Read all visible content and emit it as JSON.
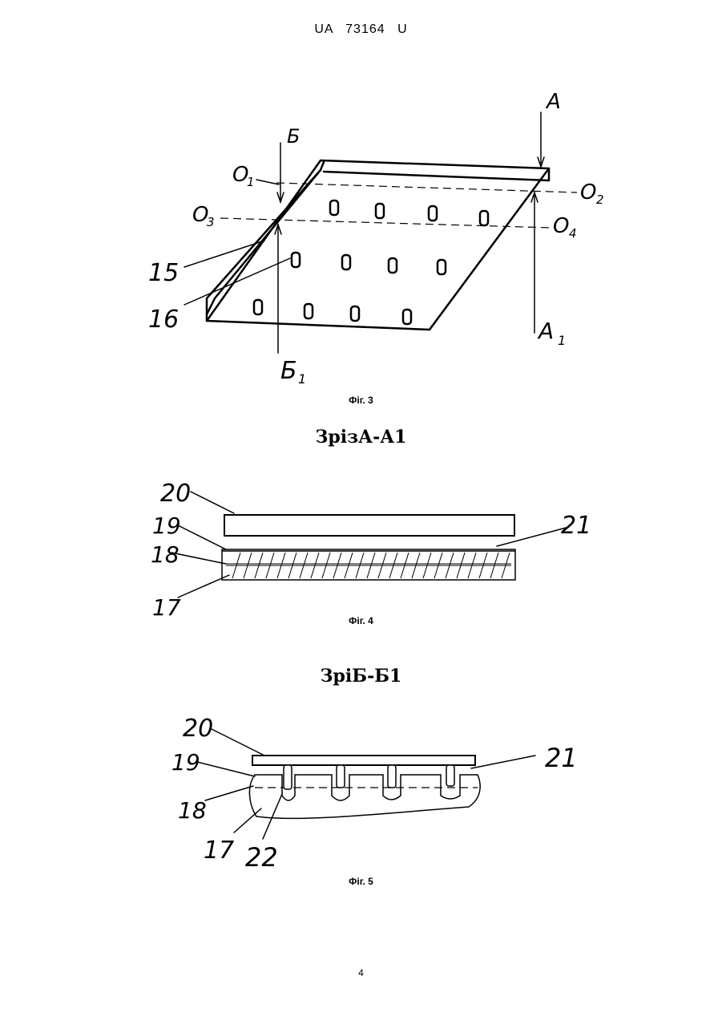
{
  "header": {
    "doc_id": "UA   73164   U"
  },
  "fig3": {
    "caption": "Фіг. 3",
    "labels": {
      "A": "A",
      "A1": "A",
      "A1_sub": "1",
      "B": "Б",
      "B1": "Б",
      "B1_sub": "1",
      "O1": "O",
      "O1_sub": "1",
      "O2": "O",
      "O2_sub": "2",
      "O3": "O",
      "O3_sub": "3",
      "O4": "O",
      "O4_sub": "4",
      "n15": "15",
      "n16": "16"
    }
  },
  "fig4": {
    "title": "ЗрізА-А1",
    "caption": "Фіг. 4",
    "labels": {
      "n17": "17",
      "n18": "18",
      "n19": "19",
      "n20": "20",
      "n21": "21"
    }
  },
  "fig5": {
    "title": "ЗріБ-Б1",
    "caption": "Фіг. 5",
    "labels": {
      "n17": "17",
      "n18": "18",
      "n19": "19",
      "n20": "20",
      "n21": "21",
      "n22": "22"
    }
  },
  "page_number": "4"
}
